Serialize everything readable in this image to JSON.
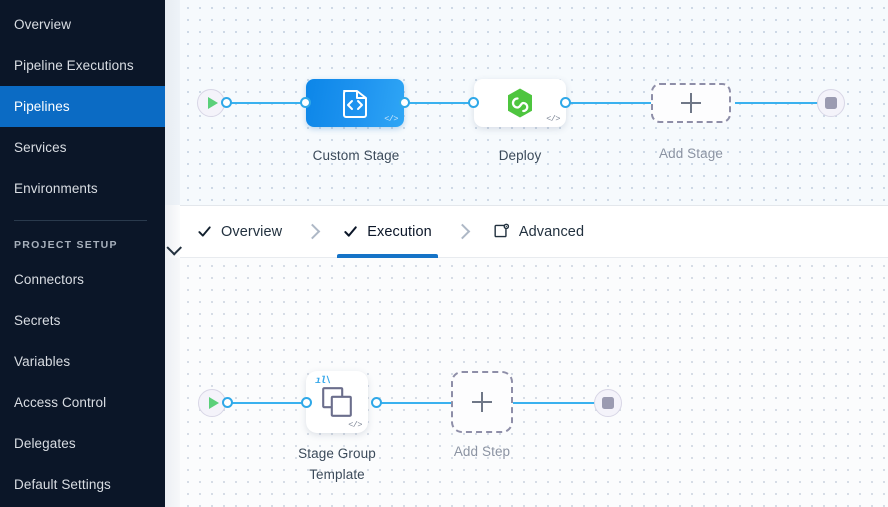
{
  "sidebar": {
    "items": [
      {
        "label": "Overview",
        "active": false
      },
      {
        "label": "Pipeline Executions",
        "active": false
      },
      {
        "label": "Pipelines",
        "active": true
      },
      {
        "label": "Services",
        "active": false
      },
      {
        "label": "Environments",
        "active": false
      }
    ],
    "section_label": "PROJECT SETUP",
    "setup_items": [
      {
        "label": "Connectors"
      },
      {
        "label": "Secrets"
      },
      {
        "label": "Variables"
      },
      {
        "label": "Access Control"
      },
      {
        "label": "Delegates"
      },
      {
        "label": "Default Settings"
      }
    ],
    "active_color": "#0b6bc4",
    "background_color": "#0b1628"
  },
  "tabs": [
    {
      "label": "Overview",
      "icon": "check-icon",
      "active": false
    },
    {
      "label": "Execution",
      "icon": "check-icon",
      "active": true
    },
    {
      "label": "Advanced",
      "icon": "advanced-settings-icon",
      "active": false
    }
  ],
  "stage_canvas": {
    "start_node": "start-play-icon",
    "end_node": "stop-icon",
    "nodes": [
      {
        "label": "Custom Stage",
        "type": "custom-stage",
        "icon": "code-stage-icon",
        "badge": "</>"
      },
      {
        "label": "Deploy",
        "type": "deploy-stage",
        "icon": "harness-hexagon-icon",
        "badge": "</>"
      },
      {
        "label": "Add Stage",
        "type": "add-placeholder",
        "icon": "plus-icon"
      }
    ]
  },
  "execution_canvas": {
    "start_node": "start-play-icon",
    "end_node": "stop-icon",
    "nodes": [
      {
        "label": "Stage Group Template",
        "type": "step-group-template",
        "icon": "stacked-squares-icon",
        "badge": "</>",
        "template_mark": "ıl\\"
      },
      {
        "label": "Add Step",
        "type": "add-placeholder",
        "icon": "plus-icon"
      }
    ]
  },
  "colors": {
    "edge": "#39b1ef",
    "accent": "#1573c7",
    "stage_gradient_from": "#0c86e8",
    "stage_gradient_to": "#2fa6f5",
    "deploy_hex": "#4ec53f"
  }
}
